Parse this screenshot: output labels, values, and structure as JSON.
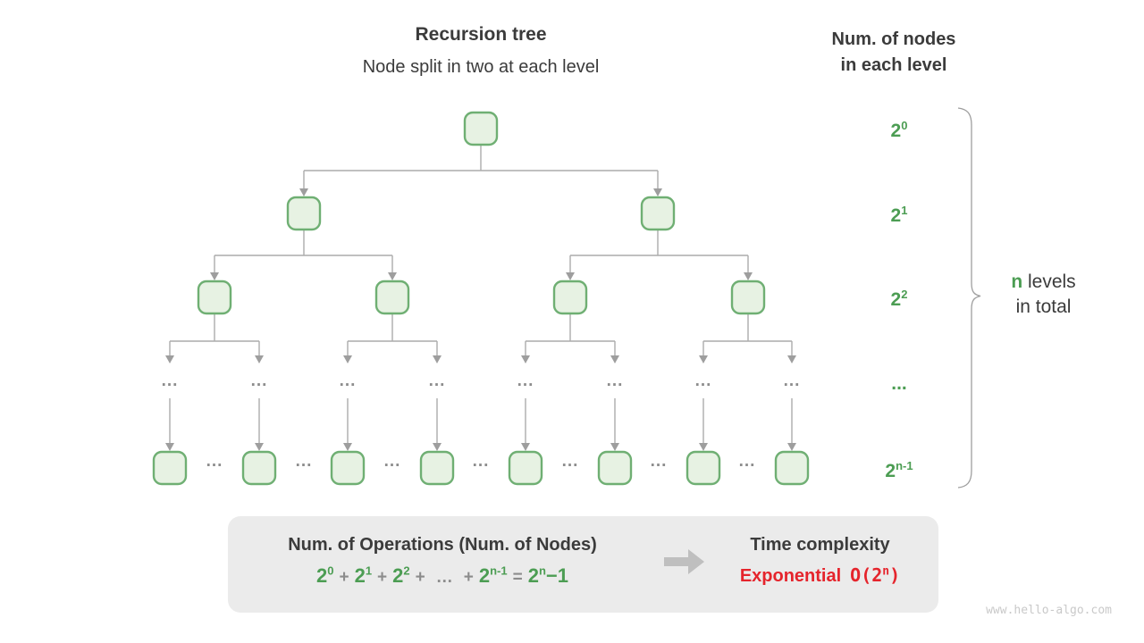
{
  "header": {
    "title": "Recursion tree",
    "subtitle": "Node split in two at each level"
  },
  "right_header": {
    "line1": "Num. of nodes",
    "line2": "in each level"
  },
  "levels": [
    {
      "base": "2",
      "exp": "0"
    },
    {
      "base": "2",
      "exp": "1"
    },
    {
      "base": "2",
      "exp": "2"
    },
    {
      "base": "...",
      "exp": ""
    },
    {
      "base": "2",
      "exp": "n-1"
    }
  ],
  "brace_label": {
    "n": "n",
    "line1": "levels",
    "line2": "in total"
  },
  "tree": {
    "ellipsis": "..."
  },
  "box": {
    "ops_title": "Num. of Operations (Num. of Nodes)",
    "sum": {
      "t0": {
        "base": "2",
        "sup": "0"
      },
      "t1": {
        "base": "2",
        "sup": "1"
      },
      "t2": {
        "base": "2",
        "sup": "2"
      },
      "tn": {
        "base": "2",
        "sup": "n-1"
      },
      "plus": "+",
      "dots": "…",
      "equals": "=",
      "result": {
        "base": "2",
        "sup": "n",
        "tail": "−1"
      }
    },
    "time_title": "Time complexity",
    "complexity": {
      "word": "Exponential",
      "o_prefix": "O(2",
      "o_sup": "n",
      "o_suffix": ")"
    }
  },
  "footer": {
    "watermark": "www.hello-algo.com"
  },
  "colors": {
    "green_text": "#4c9d53",
    "node_fill": "#e7f2e3",
    "node_border": "#6faf73",
    "connector": "#acacac",
    "box_bg": "#ebebeb",
    "red": "#e5242c",
    "dark_text": "#3b3b3b"
  }
}
